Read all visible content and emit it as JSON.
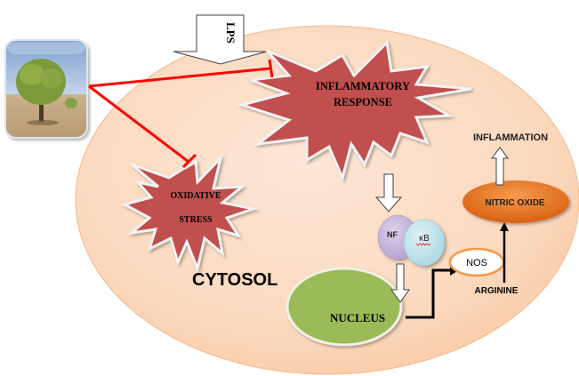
{
  "diagram": {
    "title": "Anti-inflammatory mechanism pathway",
    "colors": {
      "cell_fill": "#fad9bf",
      "cell_edge": "#f7c39a",
      "burst_fill": "#c0504d",
      "burst_edge": "#f2f2f2",
      "inhibit_line": "#ff0000",
      "nucleus_fill": "#9bbb59",
      "nitric_oxide_fill": "#e46c0a",
      "nos_border": "#f79646",
      "nf_fill": "#c9b8dc",
      "kb_fill": "#bfe3ea"
    },
    "nodes": {
      "plant_image": {
        "label": "plant-tree-image"
      },
      "lps": {
        "label": "LPS"
      },
      "inflammatory_response": {
        "line1": "INFLAMMATORY",
        "line2": "RESPONSE"
      },
      "oxidative_stress": {
        "line1": "OXIDATIVE",
        "line2": "STRESS"
      },
      "cytosol": {
        "label": "CYTOSOL"
      },
      "nf": {
        "label": "NF"
      },
      "kb": {
        "label": "κB"
      },
      "nucleus": {
        "label": "NUCLEUS"
      },
      "nos": {
        "label": "NOS"
      },
      "arginine": {
        "label": "ARGININE"
      },
      "nitric_oxide": {
        "label": "NITRIC OXIDE"
      },
      "inflammation": {
        "label": "INFLAMMATION"
      }
    },
    "edges": [
      {
        "from": "plant_image",
        "to": "inflammatory_response",
        "type": "inhibits"
      },
      {
        "from": "plant_image",
        "to": "oxidative_stress",
        "type": "inhibits"
      },
      {
        "from": "lps",
        "to": "inflammatory_response",
        "type": "activates"
      },
      {
        "from": "inflammatory_response",
        "to": "nf_kb",
        "type": "activates"
      },
      {
        "from": "nf_kb",
        "to": "nucleus",
        "type": "translocates"
      },
      {
        "from": "nucleus",
        "to": "nos",
        "type": "expresses"
      },
      {
        "from": "arginine",
        "to": "nitric_oxide",
        "type": "converted-by-nos"
      },
      {
        "from": "nitric_oxide",
        "to": "inflammation",
        "type": "activates"
      }
    ]
  }
}
